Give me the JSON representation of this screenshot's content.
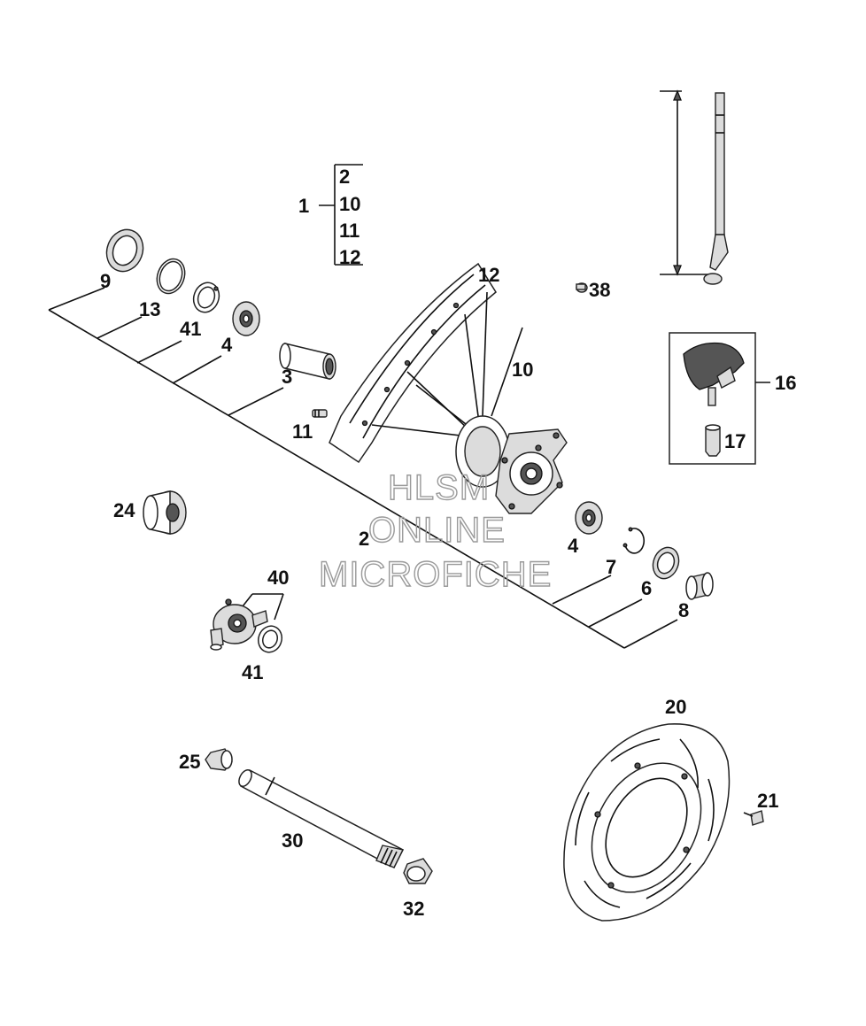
{
  "callouts": {
    "c1": "1",
    "c2_group": "2",
    "c10_group": "10",
    "c11_group": "11",
    "c12_group": "12",
    "c9": "9",
    "c13": "13",
    "c41_top": "41",
    "c4_top": "4",
    "c3": "3",
    "c11": "11",
    "c12": "12",
    "c10": "10",
    "c38": "38",
    "c16": "16",
    "c17": "17",
    "c24": "24",
    "c2": "2",
    "c4_right": "4",
    "c7": "7",
    "c6": "6",
    "c8": "8",
    "c40": "40",
    "c41_bottom": "41",
    "c20": "20",
    "c21": "21",
    "c25": "25",
    "c30": "30",
    "c32": "32"
  },
  "watermark": {
    "line1": "HLSM",
    "line2": "ONLINE",
    "line3": "MICROFICHE"
  },
  "colors": {
    "ink": "#111111",
    "watermark": "#9a9a9a",
    "background": "#ffffff"
  }
}
